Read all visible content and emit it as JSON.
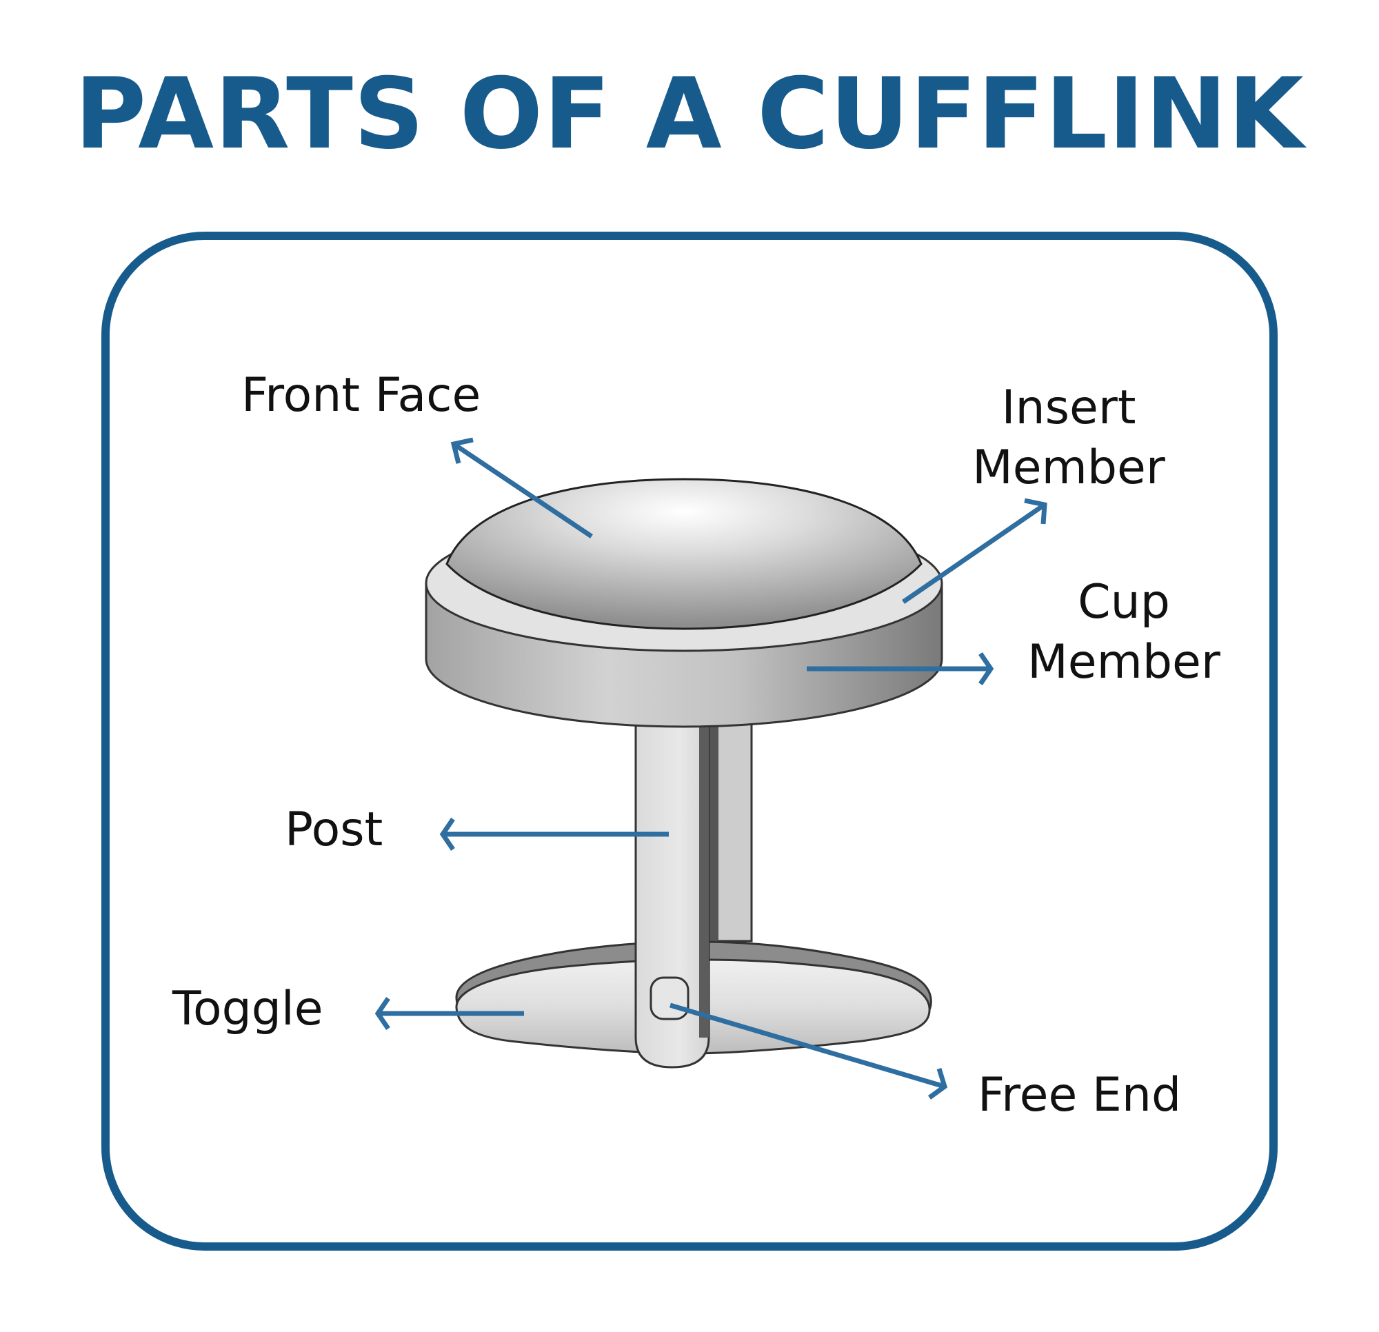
{
  "title": "PARTS OF A CUFFLINK",
  "colors": {
    "accent": "#175a8c",
    "arrow": "#2f6ea0",
    "text": "#111111",
    "metal_light": "#e8e8e8",
    "metal_mid": "#bdbdbd",
    "metal_dark": "#7d7d7d"
  },
  "labels": {
    "front_face": "Front Face",
    "insert_member": [
      "Insert",
      "Member"
    ],
    "cup_member": [
      "Cup",
      "Member"
    ],
    "post": "Post",
    "toggle": "Toggle",
    "free_end": "Free End"
  }
}
